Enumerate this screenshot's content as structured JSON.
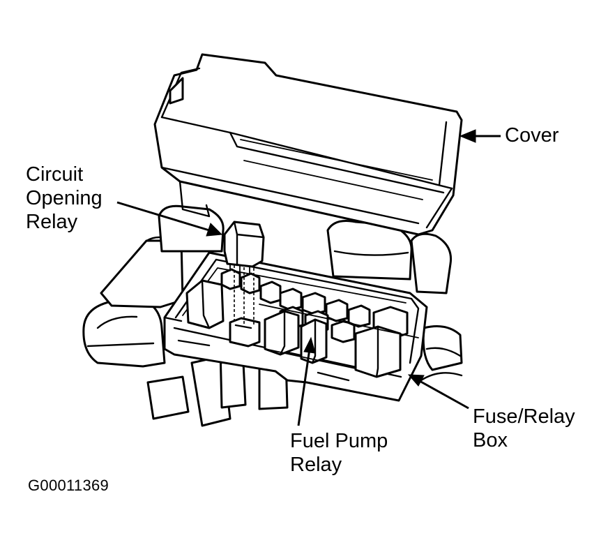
{
  "labels": {
    "cover": "Cover",
    "circuit_opening_relay": [
      "Circuit",
      "Opening",
      "Relay"
    ],
    "fuel_pump_relay": [
      "Fuel Pump",
      "Relay"
    ],
    "fuse_relay_box": [
      "Fuse/Relay",
      "Box"
    ]
  },
  "figure_code": "G00011369"
}
